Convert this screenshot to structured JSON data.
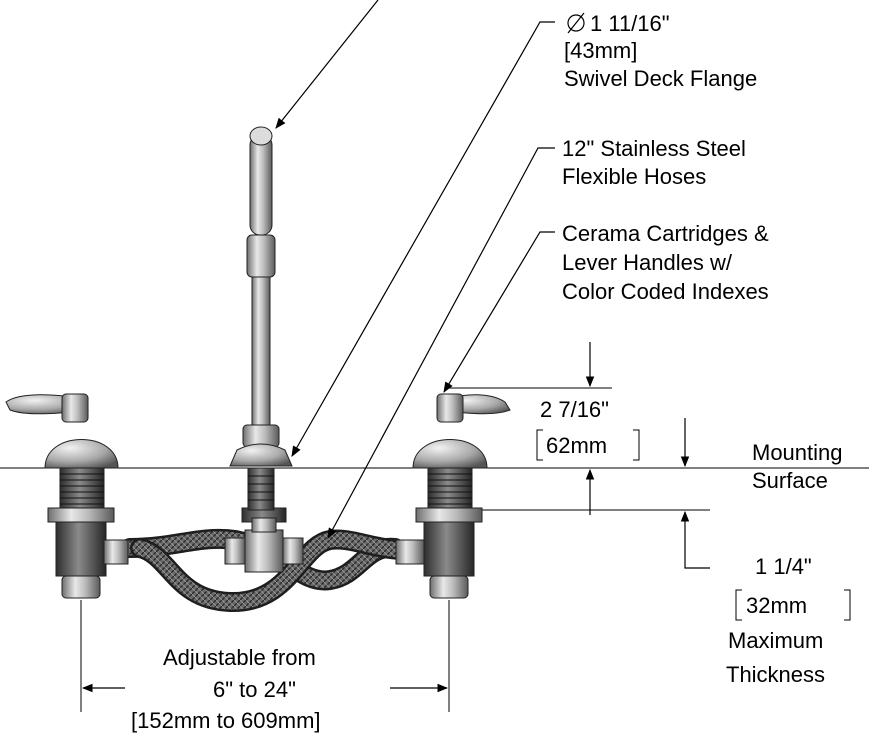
{
  "callouts": {
    "flange_dia": "1 11/16\"",
    "flange_mm": "[43mm]",
    "flange_name": "Swivel Deck Flange",
    "hoses_line1": "12\" Stainless Steel",
    "hoses_line2": "Flexible Hoses",
    "cart_line1": "Cerama Cartridges &",
    "cart_line2": "Lever Handles w/",
    "cart_line3": "Color Coded Indexes"
  },
  "dimensions": {
    "height_in": "2 7/16\"",
    "height_mm": "62mm",
    "mounting_line1": "Mounting",
    "mounting_line2": "Surface",
    "thick_in": "1 1/4\"",
    "thick_mm": "32mm",
    "thick_label1": "Maximum",
    "thick_label2": "Thickness",
    "adj_line1": "Adjustable from",
    "adj_line2": "6\" to 24\"",
    "adj_line3": "[152mm to 609mm]"
  },
  "icons": {
    "diameter": "diameter-symbol-icon"
  }
}
